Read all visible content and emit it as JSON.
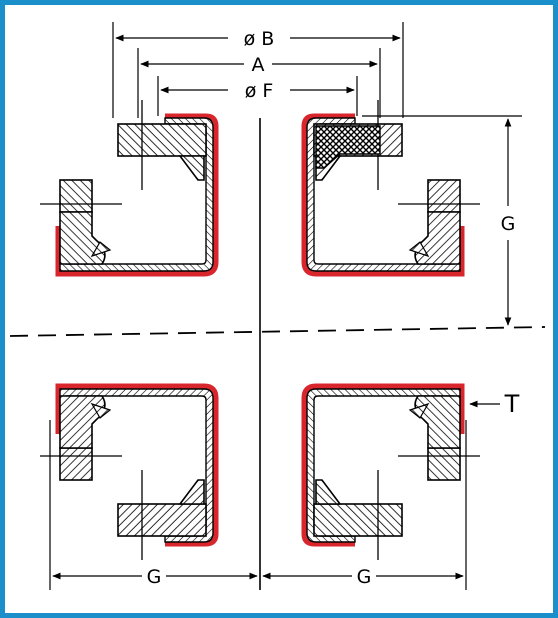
{
  "labels": {
    "dia_b": "ø B",
    "a": "A",
    "dia_f": "ø F",
    "g_right": "G",
    "g_bottom_left": "G",
    "g_bottom_right": "G",
    "t": "T"
  },
  "colors": {
    "frame": "#1b8fc9",
    "coating": "#d8262c",
    "ink": "#000000"
  },
  "hatch_styles": [
    "diagonal",
    "crosshatch"
  ]
}
